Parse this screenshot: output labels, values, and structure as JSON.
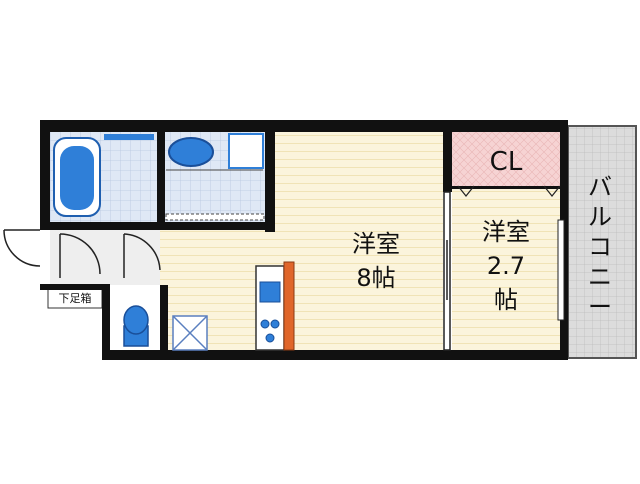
{
  "rooms": {
    "main_label": "洋室",
    "main_size": "8帖",
    "second_label": "洋室",
    "second_size_1": "2.7",
    "second_size_2": "帖",
    "closet": "CL",
    "shoe_box": "下足箱",
    "balcony": [
      "バ",
      "ル",
      "コ",
      "ニ",
      "ー"
    ]
  },
  "colors": {
    "floor": "#fbf4dc",
    "tile": "#dfe8f5",
    "closet": "#f6d3d3",
    "balcony": "#d9d9d9",
    "fixture": "#2f7fd8",
    "wall": "#111111",
    "counter": "#e0662a"
  }
}
